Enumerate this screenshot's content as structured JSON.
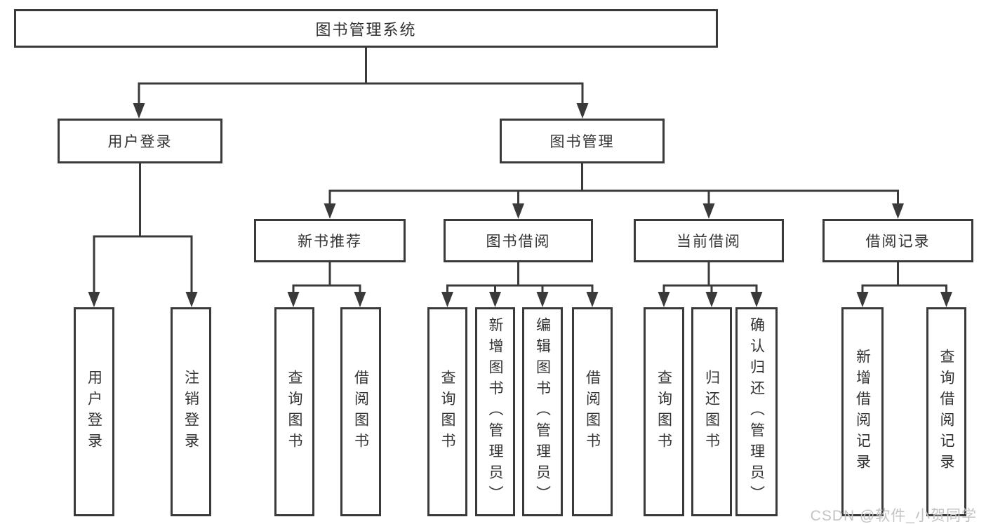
{
  "diagram": {
    "title": "图书管理系统",
    "level2": {
      "user_login": "用户登录",
      "book_management": "图书管理"
    },
    "level3": {
      "new_book_recommend": "新书推荐",
      "book_borrow": "图书借阅",
      "current_borrow": "当前借阅",
      "borrow_records": "借阅记录"
    },
    "leaves": {
      "user_login": [
        "用户登录",
        "注销登录"
      ],
      "new_book_recommend": [
        "查询图书",
        "借阅图书"
      ],
      "book_borrow": [
        "查询图书",
        "新增图书（管理员）",
        "编辑图书（管理员）",
        "借阅图书"
      ],
      "current_borrow": [
        "查询图书",
        "归还图书",
        "确认归还（管理员）"
      ],
      "borrow_records": [
        "新增借阅记录",
        "查询借阅记录"
      ]
    }
  },
  "watermark": "CSDN @软件_小贺同学",
  "colors": {
    "line": "#3a3a3a",
    "text": "#333333",
    "watermark": "#c3c3c3",
    "background": "#ffffff"
  }
}
